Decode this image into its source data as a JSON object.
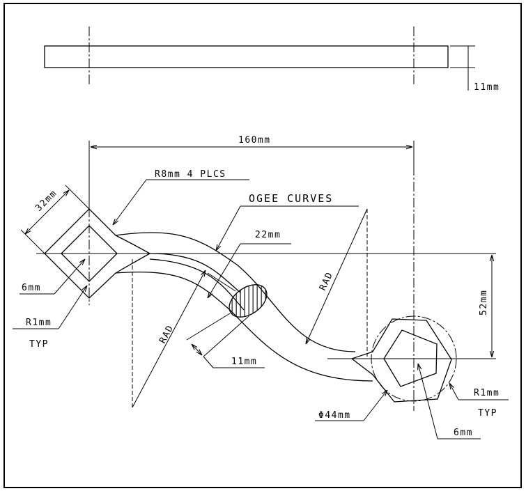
{
  "labels": {
    "thickness": "11mm",
    "length": "160mm",
    "corner_radius": "R8mm 4 PLCS",
    "ogee": "OGEE CURVES",
    "neck_width": "22mm",
    "square_size": "32mm",
    "square_hole": "6mm",
    "r1_left": "R1mm",
    "typ_left": "TYP",
    "rad_left": "RAD",
    "rad_right": "RAD",
    "offset": "52mm",
    "section_thickness": "11mm",
    "diameter": "Φ44mm",
    "r1_right": "R1mm",
    "typ_right": "TYP",
    "pentagon_hole": "6mm"
  }
}
